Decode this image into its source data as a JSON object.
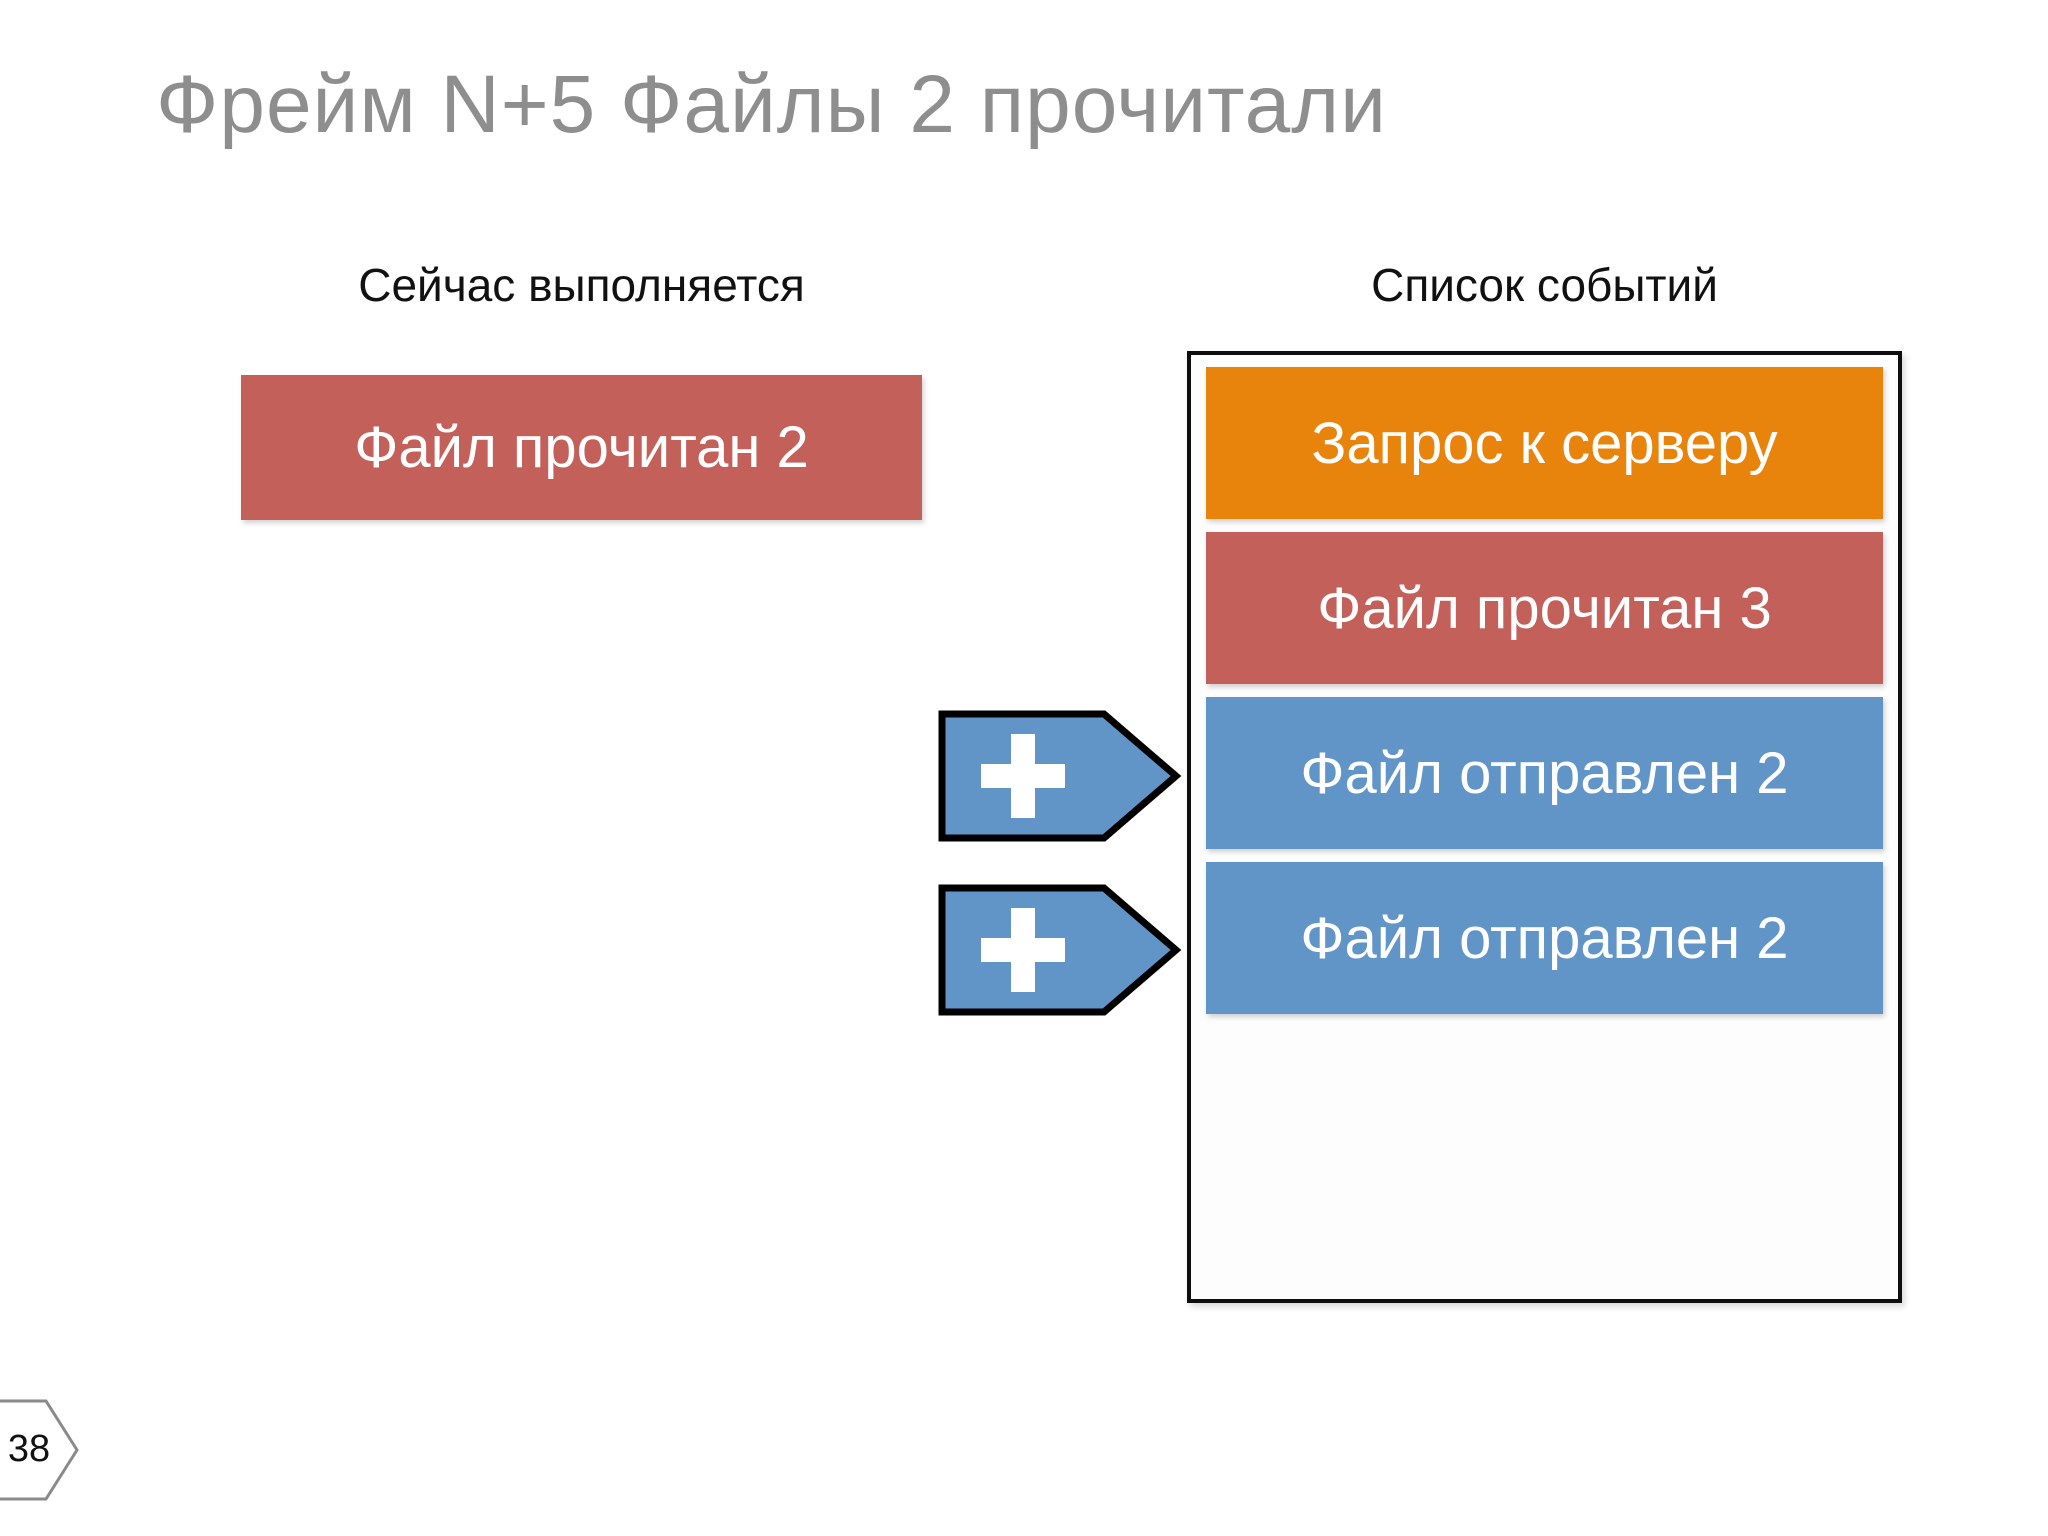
{
  "slide": {
    "title": "Фрейм N+5 Файлы 2 прочитали",
    "page_number": "38"
  },
  "colors": {
    "red": "#c4605a",
    "orange": "#e8830c",
    "blue": "#6195c8",
    "arrow_fill": "#6195c8",
    "arrow_outline": "#000000",
    "plus_glyph": "#ffffff",
    "title_gray": "#8e8e8e",
    "panel_border": "#0e0e0e"
  },
  "columns": {
    "current": {
      "header": "Сейчас выполняется",
      "item": {
        "label": "Файл прочитан 2",
        "color": "#c4605a"
      }
    },
    "events": {
      "header": "Список событий",
      "items": [
        {
          "label": "Запрос к серверу",
          "color": "#e8830c"
        },
        {
          "label": "Файл прочитан 3",
          "color": "#c4605a"
        },
        {
          "label": "Файл отправлен 2",
          "color": "#6195c8"
        },
        {
          "label": "Файл отправлен 2",
          "color": "#6195c8"
        }
      ]
    }
  },
  "icons": {
    "plus_arrow_1": "plus-arrow-icon",
    "plus_arrow_2": "plus-arrow-icon",
    "page_marker": "page-number-pentagon"
  }
}
